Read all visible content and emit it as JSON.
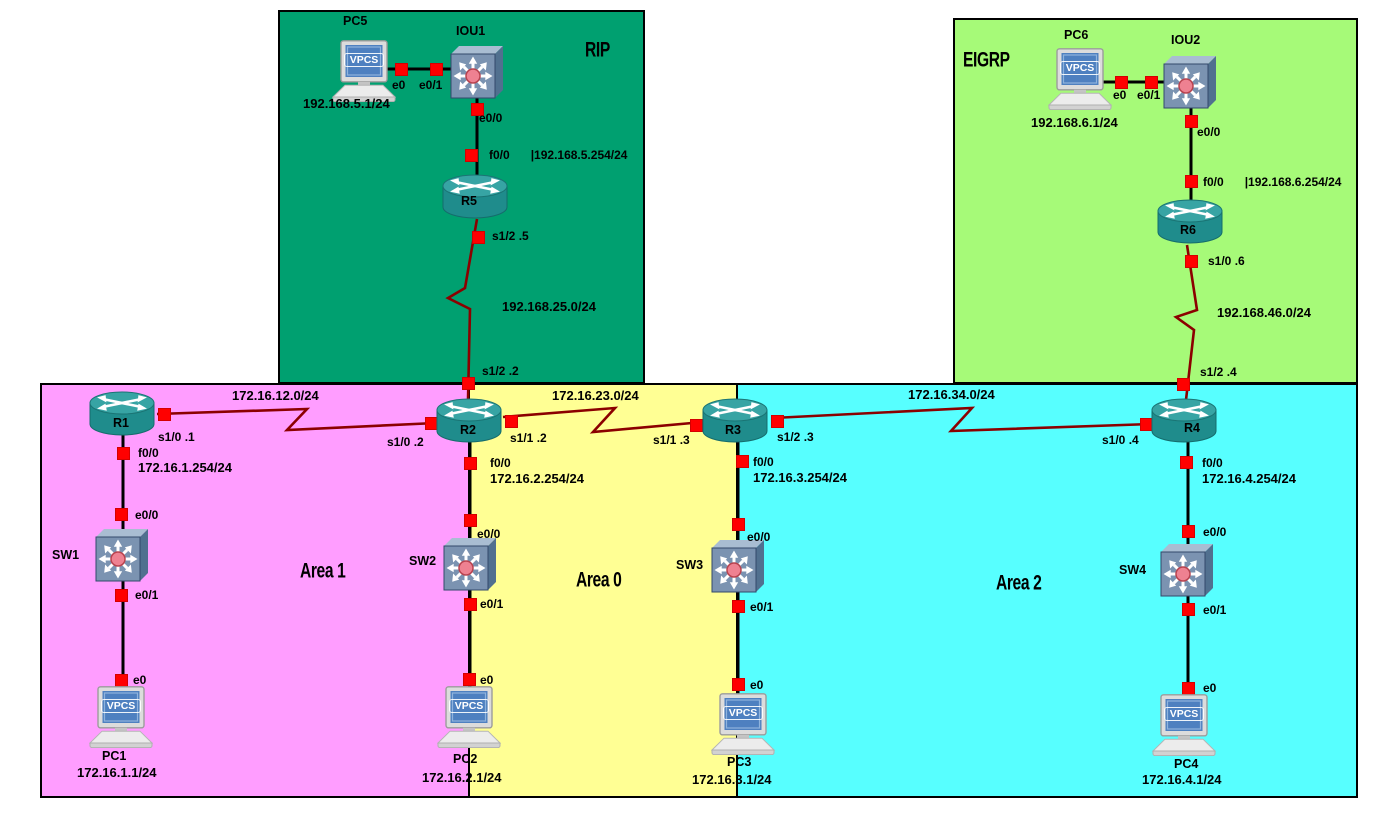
{
  "regions": {
    "rip": "RIP",
    "eigrp": "EIGRP",
    "area1": "Area 1",
    "area0": "Area 0",
    "area2": "Area 2"
  },
  "colors": {
    "rip_bg": "#00a070",
    "eigrp_bg": "#a6fa78",
    "area1_bg": "#ff9dff",
    "area0_bg": "#ffff94",
    "area2_bg": "#57ffff",
    "serial_link": "#8b0000",
    "ethernet_link": "#000000",
    "connector": "#ff0000"
  },
  "icons": {
    "vpcs_screen_label": "VPCS"
  },
  "devices": {
    "pc5": {
      "name": "PC5",
      "ip": "192.168.5.1/24"
    },
    "iou1": {
      "name": "IOU1"
    },
    "r5": {
      "name": "R5"
    },
    "pc6": {
      "name": "PC6",
      "ip": "192.168.6.1/24"
    },
    "iou2": {
      "name": "IOU2"
    },
    "r6": {
      "name": "R6"
    },
    "r1": {
      "name": "R1"
    },
    "r2": {
      "name": "R2"
    },
    "r3": {
      "name": "R3"
    },
    "r4": {
      "name": "R4"
    },
    "sw1": {
      "name": "SW1"
    },
    "sw2": {
      "name": "SW2"
    },
    "sw3": {
      "name": "SW3"
    },
    "sw4": {
      "name": "SW4"
    },
    "pc1": {
      "name": "PC1",
      "ip": "172.16.1.1/24"
    },
    "pc2": {
      "name": "PC2",
      "ip": "172.16.2.1/24"
    },
    "pc3": {
      "name": "PC3",
      "ip": "172.16.3.1/24"
    },
    "pc4": {
      "name": "PC4",
      "ip": "172.16.4.1/24"
    }
  },
  "links": {
    "pc5_iou1": {
      "port_a": "e0",
      "port_b": "e0/1"
    },
    "iou1_r5": {
      "port_a": "e0/0",
      "port_b": "f0/0",
      "divider": "|",
      "ip_b": "192.168.5.254/24"
    },
    "r5_r2": {
      "port_a": "s1/2 .5",
      "network": "192.168.25.0/24",
      "port_b": "s1/2 .2"
    },
    "pc6_iou2": {
      "port_a": "e0",
      "port_b": "e0/1"
    },
    "iou2_r6": {
      "port_a": "e0/0",
      "port_b": "f0/0",
      "divider": "|",
      "ip_b": "192.168.6.254/24"
    },
    "r6_r4": {
      "port_a": "s1/0 .6",
      "network": "192.168.46.0/24",
      "port_b": "s1/2 .4"
    },
    "r1_r2": {
      "port_a": "s1/0 .1",
      "network": "172.16.12.0/24",
      "port_b": "s1/0 .2"
    },
    "r2_r3": {
      "port_a": "s1/1 .2",
      "network": "172.16.23.0/24",
      "port_b": "s1/1 .3"
    },
    "r3_r4": {
      "port_a": "s1/2 .3",
      "network": "172.16.34.0/24",
      "port_b": "s1/0 .4"
    },
    "r1_sw1": {
      "port_a": "f0/0",
      "ip_a": "172.16.1.254/24",
      "port_b": "e0/0"
    },
    "r2_sw2": {
      "port_a": "f0/0",
      "ip_a": "172.16.2.254/24",
      "port_b": "e0/0"
    },
    "r3_sw3": {
      "port_a": "f0/0",
      "ip_a": "172.16.3.254/24",
      "port_b": "e0/0"
    },
    "r4_sw4": {
      "port_a": "f0/0",
      "ip_a": "172.16.4.254/24",
      "port_b": "e0/0"
    },
    "sw1_pc1": {
      "port_a": "e0/1",
      "port_b": "e0"
    },
    "sw2_pc2": {
      "port_a": "e0/1",
      "port_b": "e0"
    },
    "sw3_pc3": {
      "port_a": "e0/1",
      "port_b": "e0"
    },
    "sw4_pc4": {
      "port_a": "e0/1",
      "port_b": "e0"
    }
  }
}
